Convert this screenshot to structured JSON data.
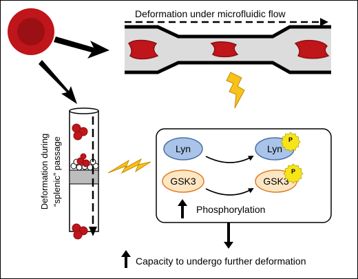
{
  "figure": {
    "top_label": "Deformation under microfluidic flow",
    "side_label_line1": "Deformation during",
    "side_label_line2": "“splenic” passage",
    "box": {
      "kinase_1": "Lyn",
      "kinase_2": "GSK3",
      "phospho_badge": "P",
      "phosphorylation_label": "Phosphorylation"
    },
    "bottom_label": "Capacity to undergo further deformation"
  },
  "colors": {
    "rbc": "#c0151a",
    "rbc_center": "#8c0f12",
    "lyn_fill": "#a9c4e8",
    "lyn_stroke": "#4a6fa5",
    "gsk3_fill": "#fde6c4",
    "gsk3_stroke": "#e07b21",
    "lightning": "#f7c21a",
    "channel_fill": "#dcdcdc",
    "phospho_badge": "#f7e51a"
  }
}
